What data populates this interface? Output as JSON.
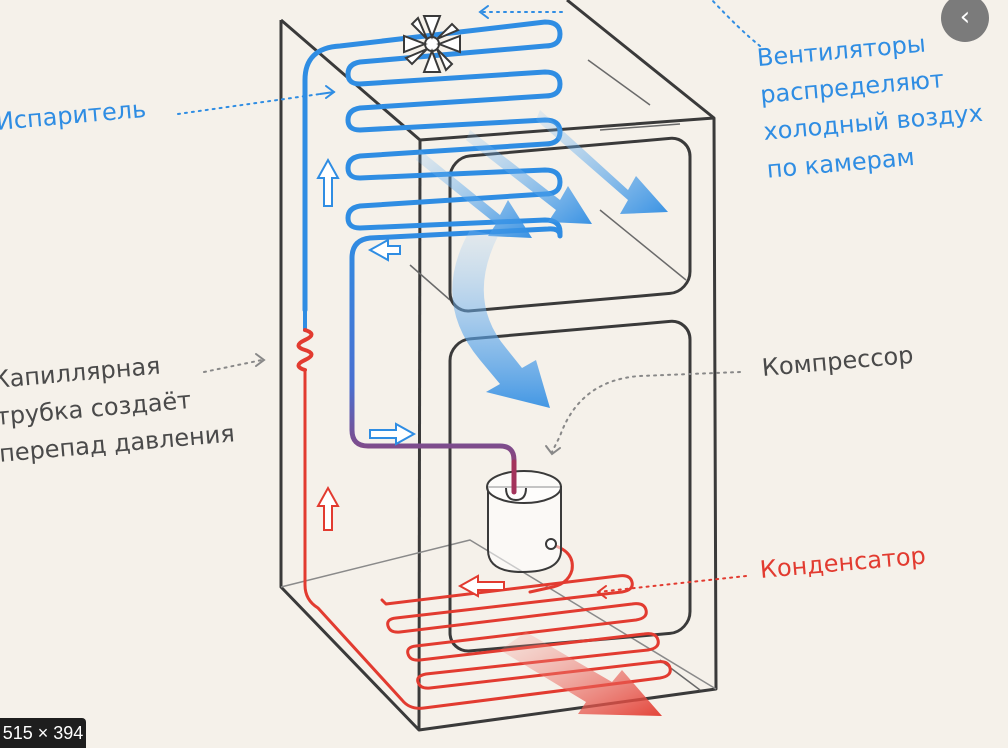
{
  "labels": {
    "evaporator": "Испаритель",
    "fans_lines": [
      "Вентиляторы",
      "распределяют",
      "холодный воздух",
      "по камерам"
    ],
    "capillary_lines": [
      "Капиллярная",
      "трубка создаёт",
      "перепад давления"
    ],
    "compressor": "Компрессор",
    "condenser": "Конденсатор"
  },
  "size_badge": "515 × 394",
  "close_icon": "‹",
  "colors": {
    "cold": "#2f8de3",
    "hot": "#e23b30",
    "mid": "#a3335b",
    "outline": "#3a3a3a",
    "background": "#f5f1ea"
  }
}
